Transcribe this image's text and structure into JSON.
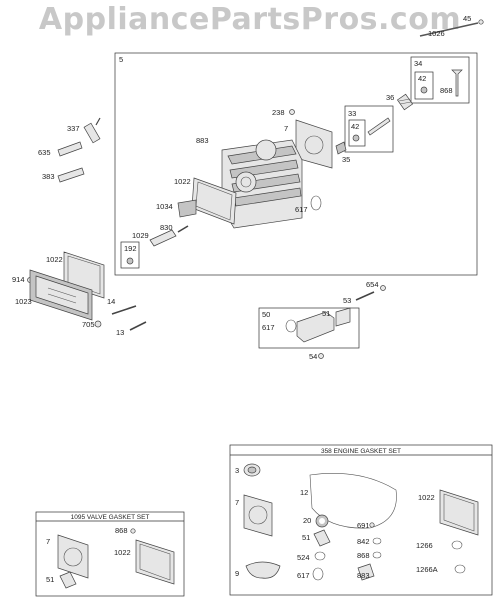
{
  "watermark": "AppliancePartsPros.com",
  "labels": {
    "p45": "45",
    "p1026": "1026",
    "p5": "5",
    "p34": "34",
    "p42a": "42",
    "p868a": "868",
    "p238": "238",
    "p36": "36",
    "p33": "33",
    "p42b": "42",
    "p337": "337",
    "p635": "635",
    "p883a": "883",
    "p7a": "7",
    "p35": "35",
    "p383": "383",
    "p1022a": "1022",
    "p1034": "1034",
    "p617a": "617",
    "p1029": "1029",
    "p830": "830",
    "p192": "192",
    "p1022b": "1022",
    "p914": "914",
    "p654": "654",
    "p14": "14",
    "p53": "53",
    "p1023": "1023",
    "p50": "50",
    "p617b": "617",
    "p51a": "51",
    "p705": "705",
    "p13": "13",
    "p54": "54",
    "p3": "3",
    "p7b": "7",
    "p12": "12",
    "p1022c": "1022",
    "p20": "20",
    "p691": "691",
    "p51b": "51",
    "p842": "842",
    "p524": "524",
    "p868b": "868",
    "p1266": "1266",
    "p9": "9",
    "p617c": "617",
    "p883b": "883",
    "p1266a": "1266A",
    "p7c": "7",
    "p868c": "868",
    "p1022d": "1022",
    "p51c": "51"
  },
  "sets": {
    "engine_gasket": "358 ENGINE GASKET SET",
    "valve_gasket": "1095 VALVE GASKET SET"
  }
}
